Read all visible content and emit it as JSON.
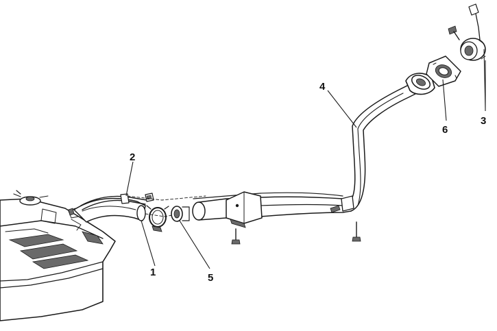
{
  "callouts": [
    {
      "id": "1",
      "label": "1"
    },
    {
      "id": "2",
      "label": "2"
    },
    {
      "id": "3",
      "label": "3"
    },
    {
      "id": "4",
      "label": "4"
    },
    {
      "id": "5",
      "label": "5"
    },
    {
      "id": "6",
      "label": "6"
    }
  ],
  "colors": {
    "ink": "#1a1a1a",
    "background": "#ffffff",
    "shade": "#6a6a6a"
  }
}
